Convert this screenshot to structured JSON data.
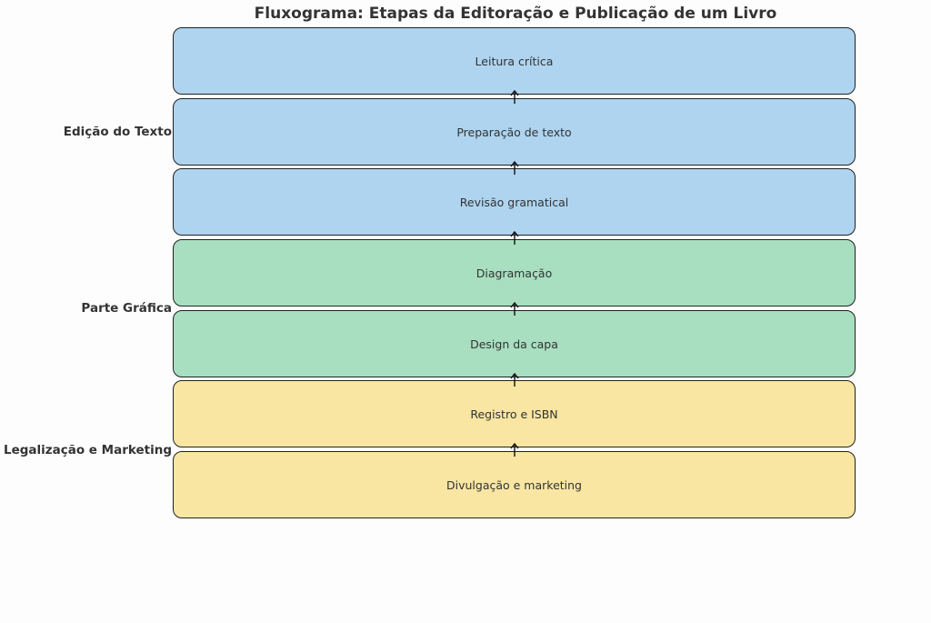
{
  "title": "Fluxograma: Etapas da Editoração e Publicação de um Livro",
  "groups": [
    {
      "label": "Edição do Texto",
      "color": "#aed4f0"
    },
    {
      "label": "Parte Gráfica",
      "color": "#a8dfc0"
    },
    {
      "label": "Legalização e Marketing",
      "color": "#f8e6a2"
    }
  ],
  "steps": [
    {
      "label": "Leitura crítica",
      "group": 0
    },
    {
      "label": "Preparação de texto",
      "group": 0
    },
    {
      "label": "Revisão gramatical",
      "group": 0
    },
    {
      "label": "Diagramação",
      "group": 1
    },
    {
      "label": "Design da capa",
      "group": 1
    },
    {
      "label": "Registro e ISBN",
      "group": 2
    },
    {
      "label": "Divulgação e marketing",
      "group": 2
    }
  ],
  "connector": "arrow-up"
}
